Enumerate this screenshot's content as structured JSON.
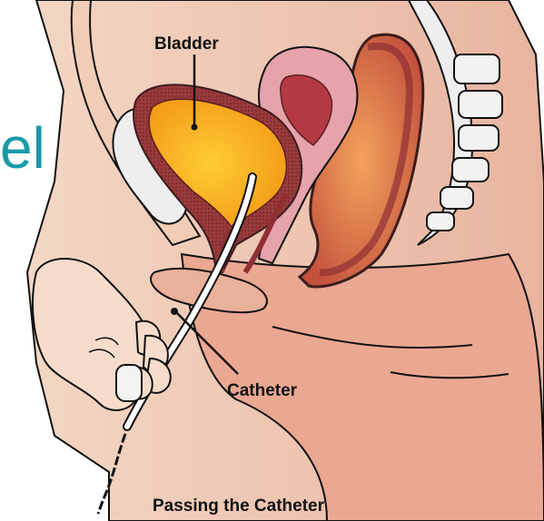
{
  "labels": {
    "bladder": "Bladder",
    "catheter": "Catheter",
    "caption": "Passing the Catheter",
    "partial_overlay_text": "el"
  },
  "colors": {
    "skin": "#f6dcc6",
    "skin_shadow": "#e9b7a0",
    "bladder_fill": "#f6a51b",
    "bladder_wall": "#8e2f34",
    "uterus": "#c44e55",
    "rectum": "#cf5f45",
    "bone": "#ececec",
    "outline": "#111111",
    "overlay_text": "#1a9aa8"
  }
}
